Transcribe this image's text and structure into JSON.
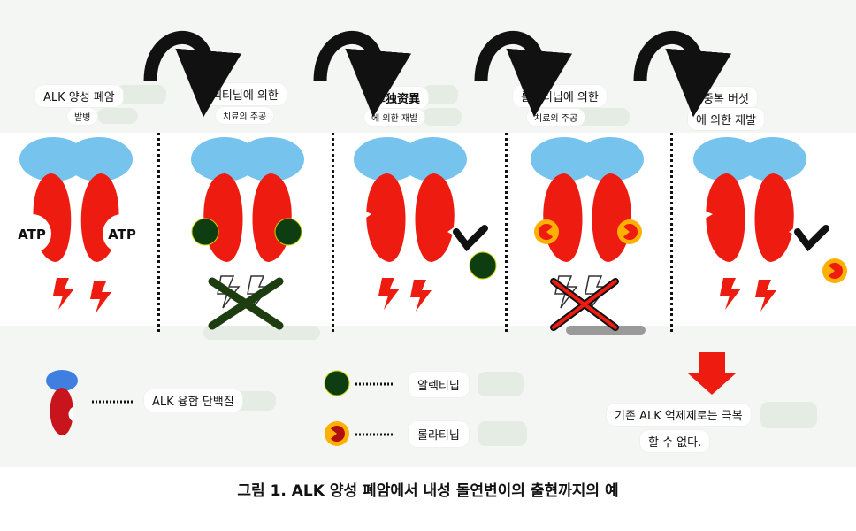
{
  "stages": [
    {
      "title": "ALK 양성 폐암",
      "subtitle": "발병"
    },
    {
      "title": "알렉티닙에 의한",
      "subtitle": "치료의 주공"
    },
    {
      "title": "单独资異",
      "subtitle": "에 의한 재발"
    },
    {
      "title": "롤라티닙에 의한",
      "subtitle": "치료의 주공"
    },
    {
      "title": "중복 버섯",
      "subtitle": "에 의한 재발"
    }
  ],
  "atp_label": "ATP",
  "legend": {
    "fusion_protein": "ALK 융합 단백질",
    "alectinib": "알렉티닙",
    "lorlatinib": "롤라티닙"
  },
  "conclusion": {
    "line1": "기존 ALK 억제제로는 극복",
    "line2": "할 수 없다."
  },
  "caption": "그림 1. ALK 양성 폐암에서 내성 돌연변이의 출현까지의 예",
  "colors": {
    "kinase": "#ee1c10",
    "receptor": "#76c3ee",
    "alectinib": "#0e3d12",
    "lorlatinib": "#ee1c10",
    "lorlatinib_center": "#ffb000",
    "arrow": "#111111",
    "down_arrow": "#ee1c10"
  }
}
